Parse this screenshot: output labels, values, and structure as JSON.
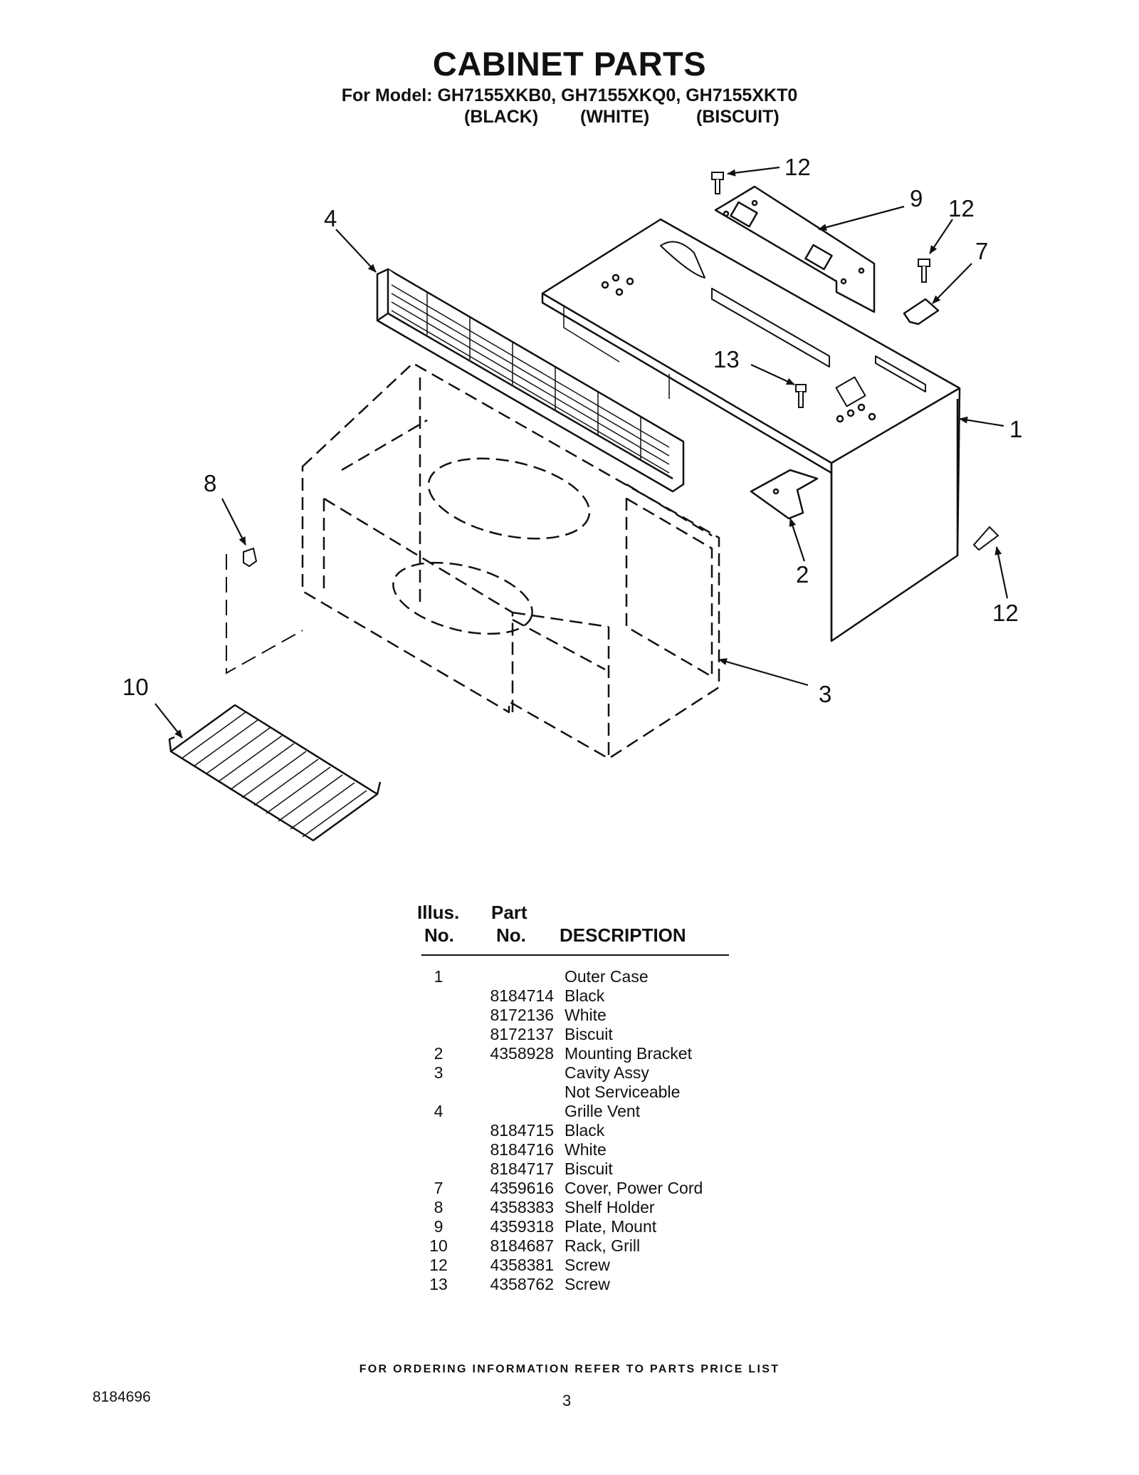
{
  "header": {
    "title": "CABINET PARTS",
    "model_line": "For Model: GH7155XKB0, GH7155XKQ0, GH7155XKT0",
    "colors": [
      "(BLACK)",
      "(WHITE)",
      "(BISCUIT)"
    ]
  },
  "diagram": {
    "callouts": [
      "12",
      "9",
      "12",
      "7",
      "4",
      "13",
      "1",
      "8",
      "2",
      "12",
      "10",
      "3"
    ]
  },
  "table": {
    "headers": {
      "illus_1": "Illus.",
      "illus_2": "No.",
      "part_1": "Part",
      "part_2": "No.",
      "description": "DESCRIPTION"
    },
    "rows": [
      {
        "illus": "1",
        "part": "",
        "desc": "Outer Case"
      },
      {
        "illus": "",
        "part": "8184714",
        "desc": "Black"
      },
      {
        "illus": "",
        "part": "8172136",
        "desc": "White"
      },
      {
        "illus": "",
        "part": "8172137",
        "desc": "Biscuit"
      },
      {
        "illus": "2",
        "part": "4358928",
        "desc": "Mounting Bracket"
      },
      {
        "illus": "3",
        "part": "",
        "desc": "Cavity Assy"
      },
      {
        "illus": "",
        "part": "",
        "desc": "Not Serviceable"
      },
      {
        "illus": "4",
        "part": "",
        "desc": "Grille Vent"
      },
      {
        "illus": "",
        "part": "8184715",
        "desc": "Black"
      },
      {
        "illus": "",
        "part": "8184716",
        "desc": "White"
      },
      {
        "illus": "",
        "part": "8184717",
        "desc": "Biscuit"
      },
      {
        "illus": "7",
        "part": "4359616",
        "desc": "Cover, Power Cord"
      },
      {
        "illus": "8",
        "part": "4358383",
        "desc": "Shelf Holder"
      },
      {
        "illus": "9",
        "part": "4359318",
        "desc": "Plate, Mount"
      },
      {
        "illus": "10",
        "part": "8184687",
        "desc": "Rack, Grill"
      },
      {
        "illus": "12",
        "part": "4358381",
        "desc": "Screw"
      },
      {
        "illus": "13",
        "part": "4358762",
        "desc": "Screw"
      }
    ]
  },
  "footer": {
    "ordering_note": "FOR ORDERING INFORMATION REFER TO PARTS PRICE LIST",
    "doc_number": "8184696",
    "page_number": "3"
  }
}
